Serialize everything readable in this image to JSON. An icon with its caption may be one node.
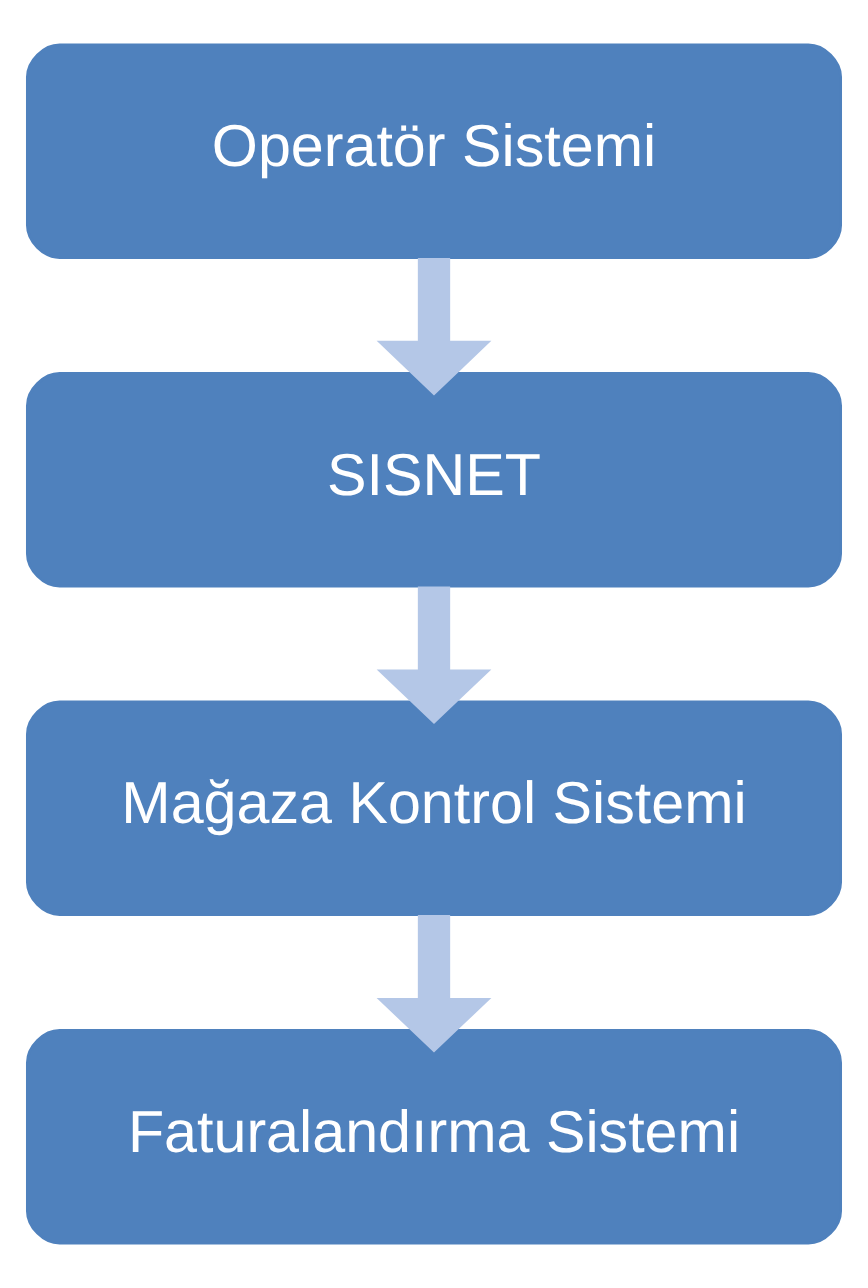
{
  "diagram": {
    "nodes": [
      {
        "text": [
          "Operatör Sistemi"
        ]
      },
      {
        "text": [
          "SISNET"
        ]
      },
      {
        "text": [
          "Mağaza Kontrol Sistemi"
        ]
      },
      {
        "text": [
          "Faturalandırma Sistemi"
        ]
      }
    ],
    "edges": [
      {
        "from": 0,
        "to": 1,
        "arrow": "to"
      },
      {
        "from": 1,
        "to": 2,
        "arrow": "to"
      },
      {
        "from": 2,
        "to": 3,
        "arrow": "to"
      }
    ]
  }
}
